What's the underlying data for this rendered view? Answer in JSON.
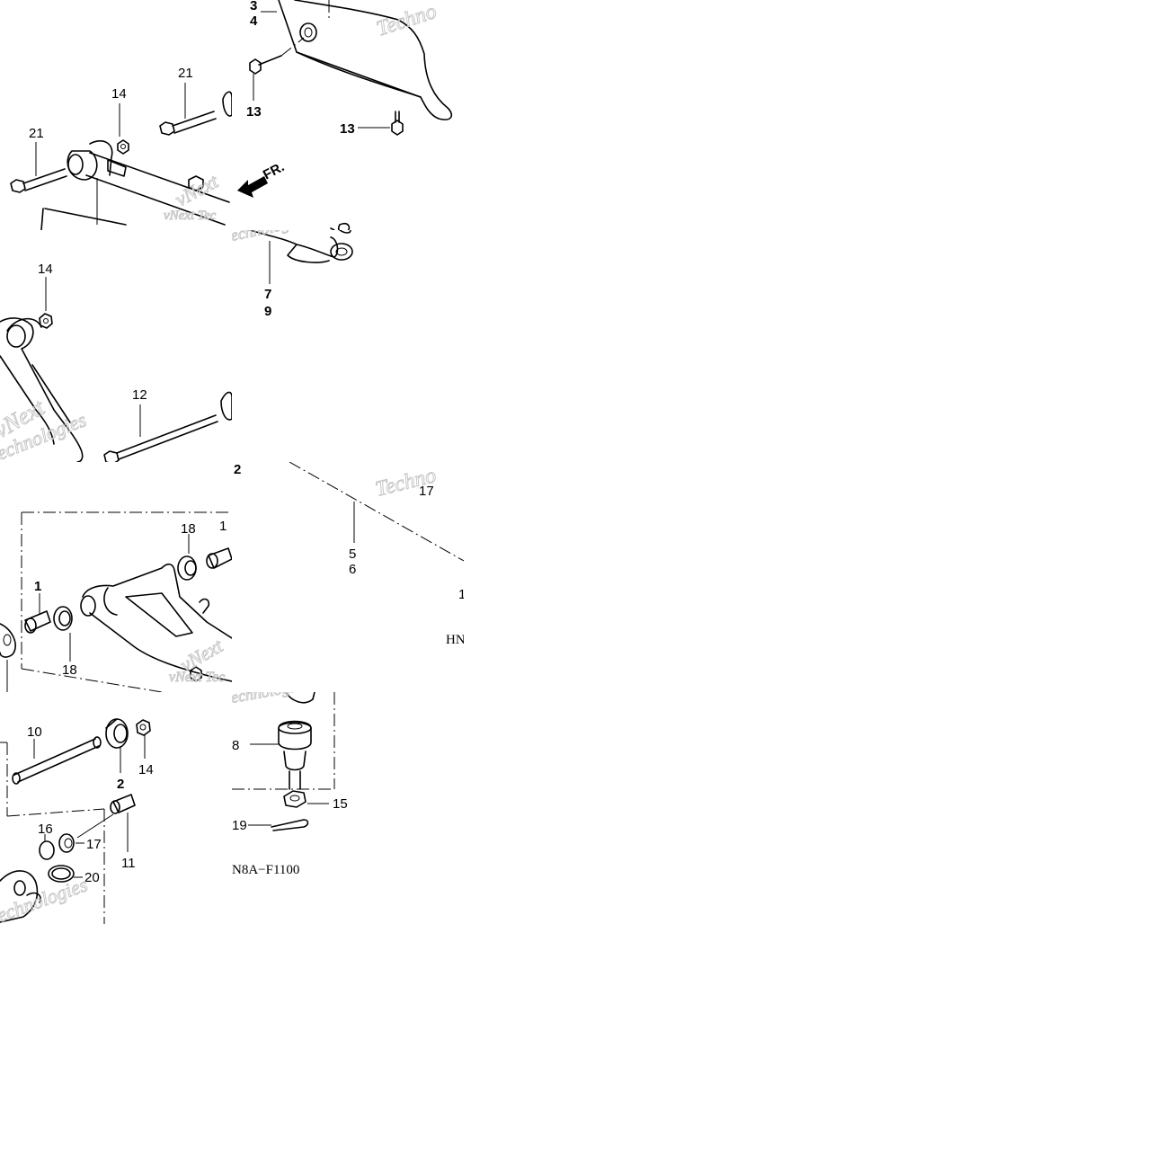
{
  "diagram_code_partial": "N8A−F1100",
  "diagram_code_fragment": "HN",
  "direction_label": "FR.",
  "watermark_fragments": [
    "Techno",
    "vNext Tec",
    "vNext Tec",
    "vNext",
    "echnologies",
    "Techno",
    "echnologies",
    "vNext Tec"
  ],
  "callouts": {
    "c3": "3",
    "c4": "4",
    "c13a": "13",
    "c13b": "13",
    "c21a": "21",
    "c21b": "21",
    "c14a": "14",
    "c14b": "14",
    "c14c": "14",
    "c12": "12",
    "c7": "7",
    "c9": "9",
    "c2a": "2",
    "c17a": "17",
    "c5": "5",
    "c6": "6",
    "c1frag": "1",
    "c18a": "18",
    "c18b": "18",
    "c1a": "1",
    "c1b": "1",
    "c10": "10",
    "c2b": "2",
    "c8": "8",
    "c15": "15",
    "c19": "19",
    "c16": "16",
    "c17b": "17",
    "c20": "20",
    "c11": "11"
  }
}
